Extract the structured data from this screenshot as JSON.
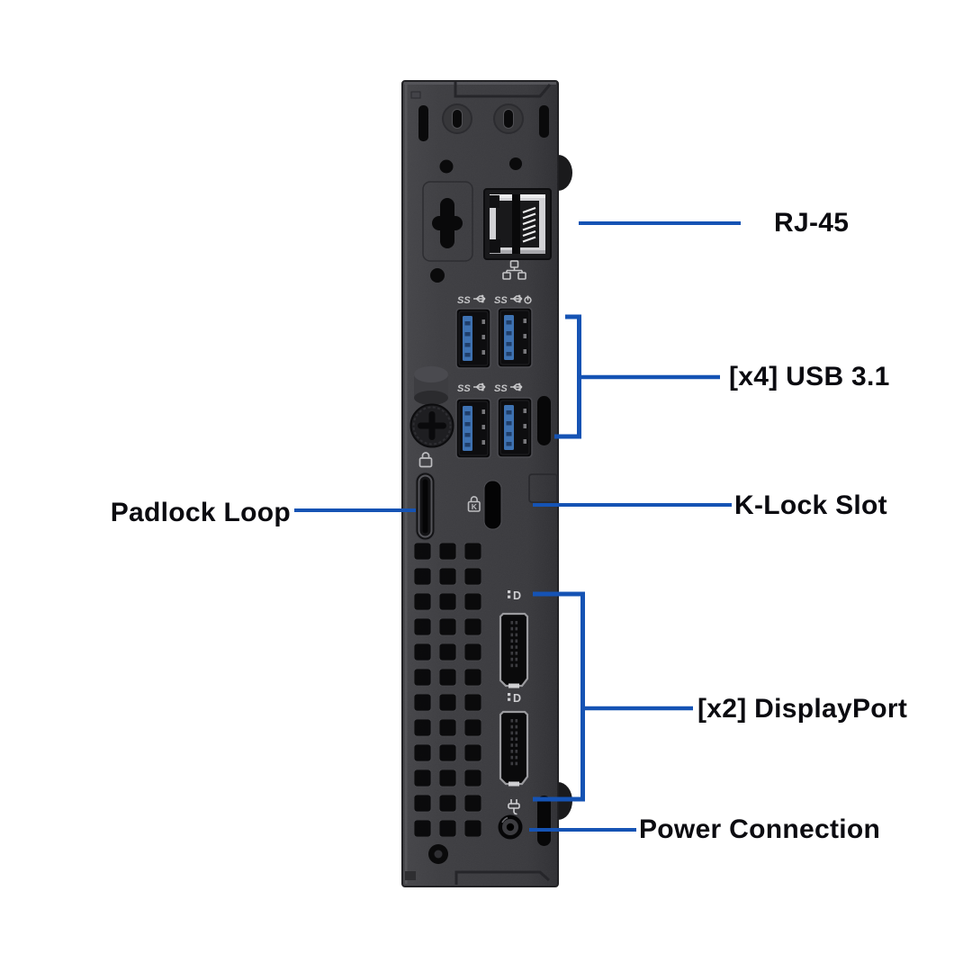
{
  "colors": {
    "background": "#ffffff",
    "accent": "#1553b4",
    "label": "#0b0b10",
    "chassis": "#3b3b3e"
  },
  "callouts": {
    "rj45": {
      "label": "RJ-45"
    },
    "usb": {
      "label": "[x4] USB 3.1"
    },
    "padlock": {
      "label": "Padlock Loop"
    },
    "klock": {
      "label": "K-Lock Slot"
    },
    "displayport": {
      "label": "[x2] DisplayPort"
    },
    "power": {
      "label": "Power Connection"
    }
  },
  "device_markings": {
    "usb_speed": "SS",
    "displayport_letter": "D",
    "klock_letter": "K"
  }
}
